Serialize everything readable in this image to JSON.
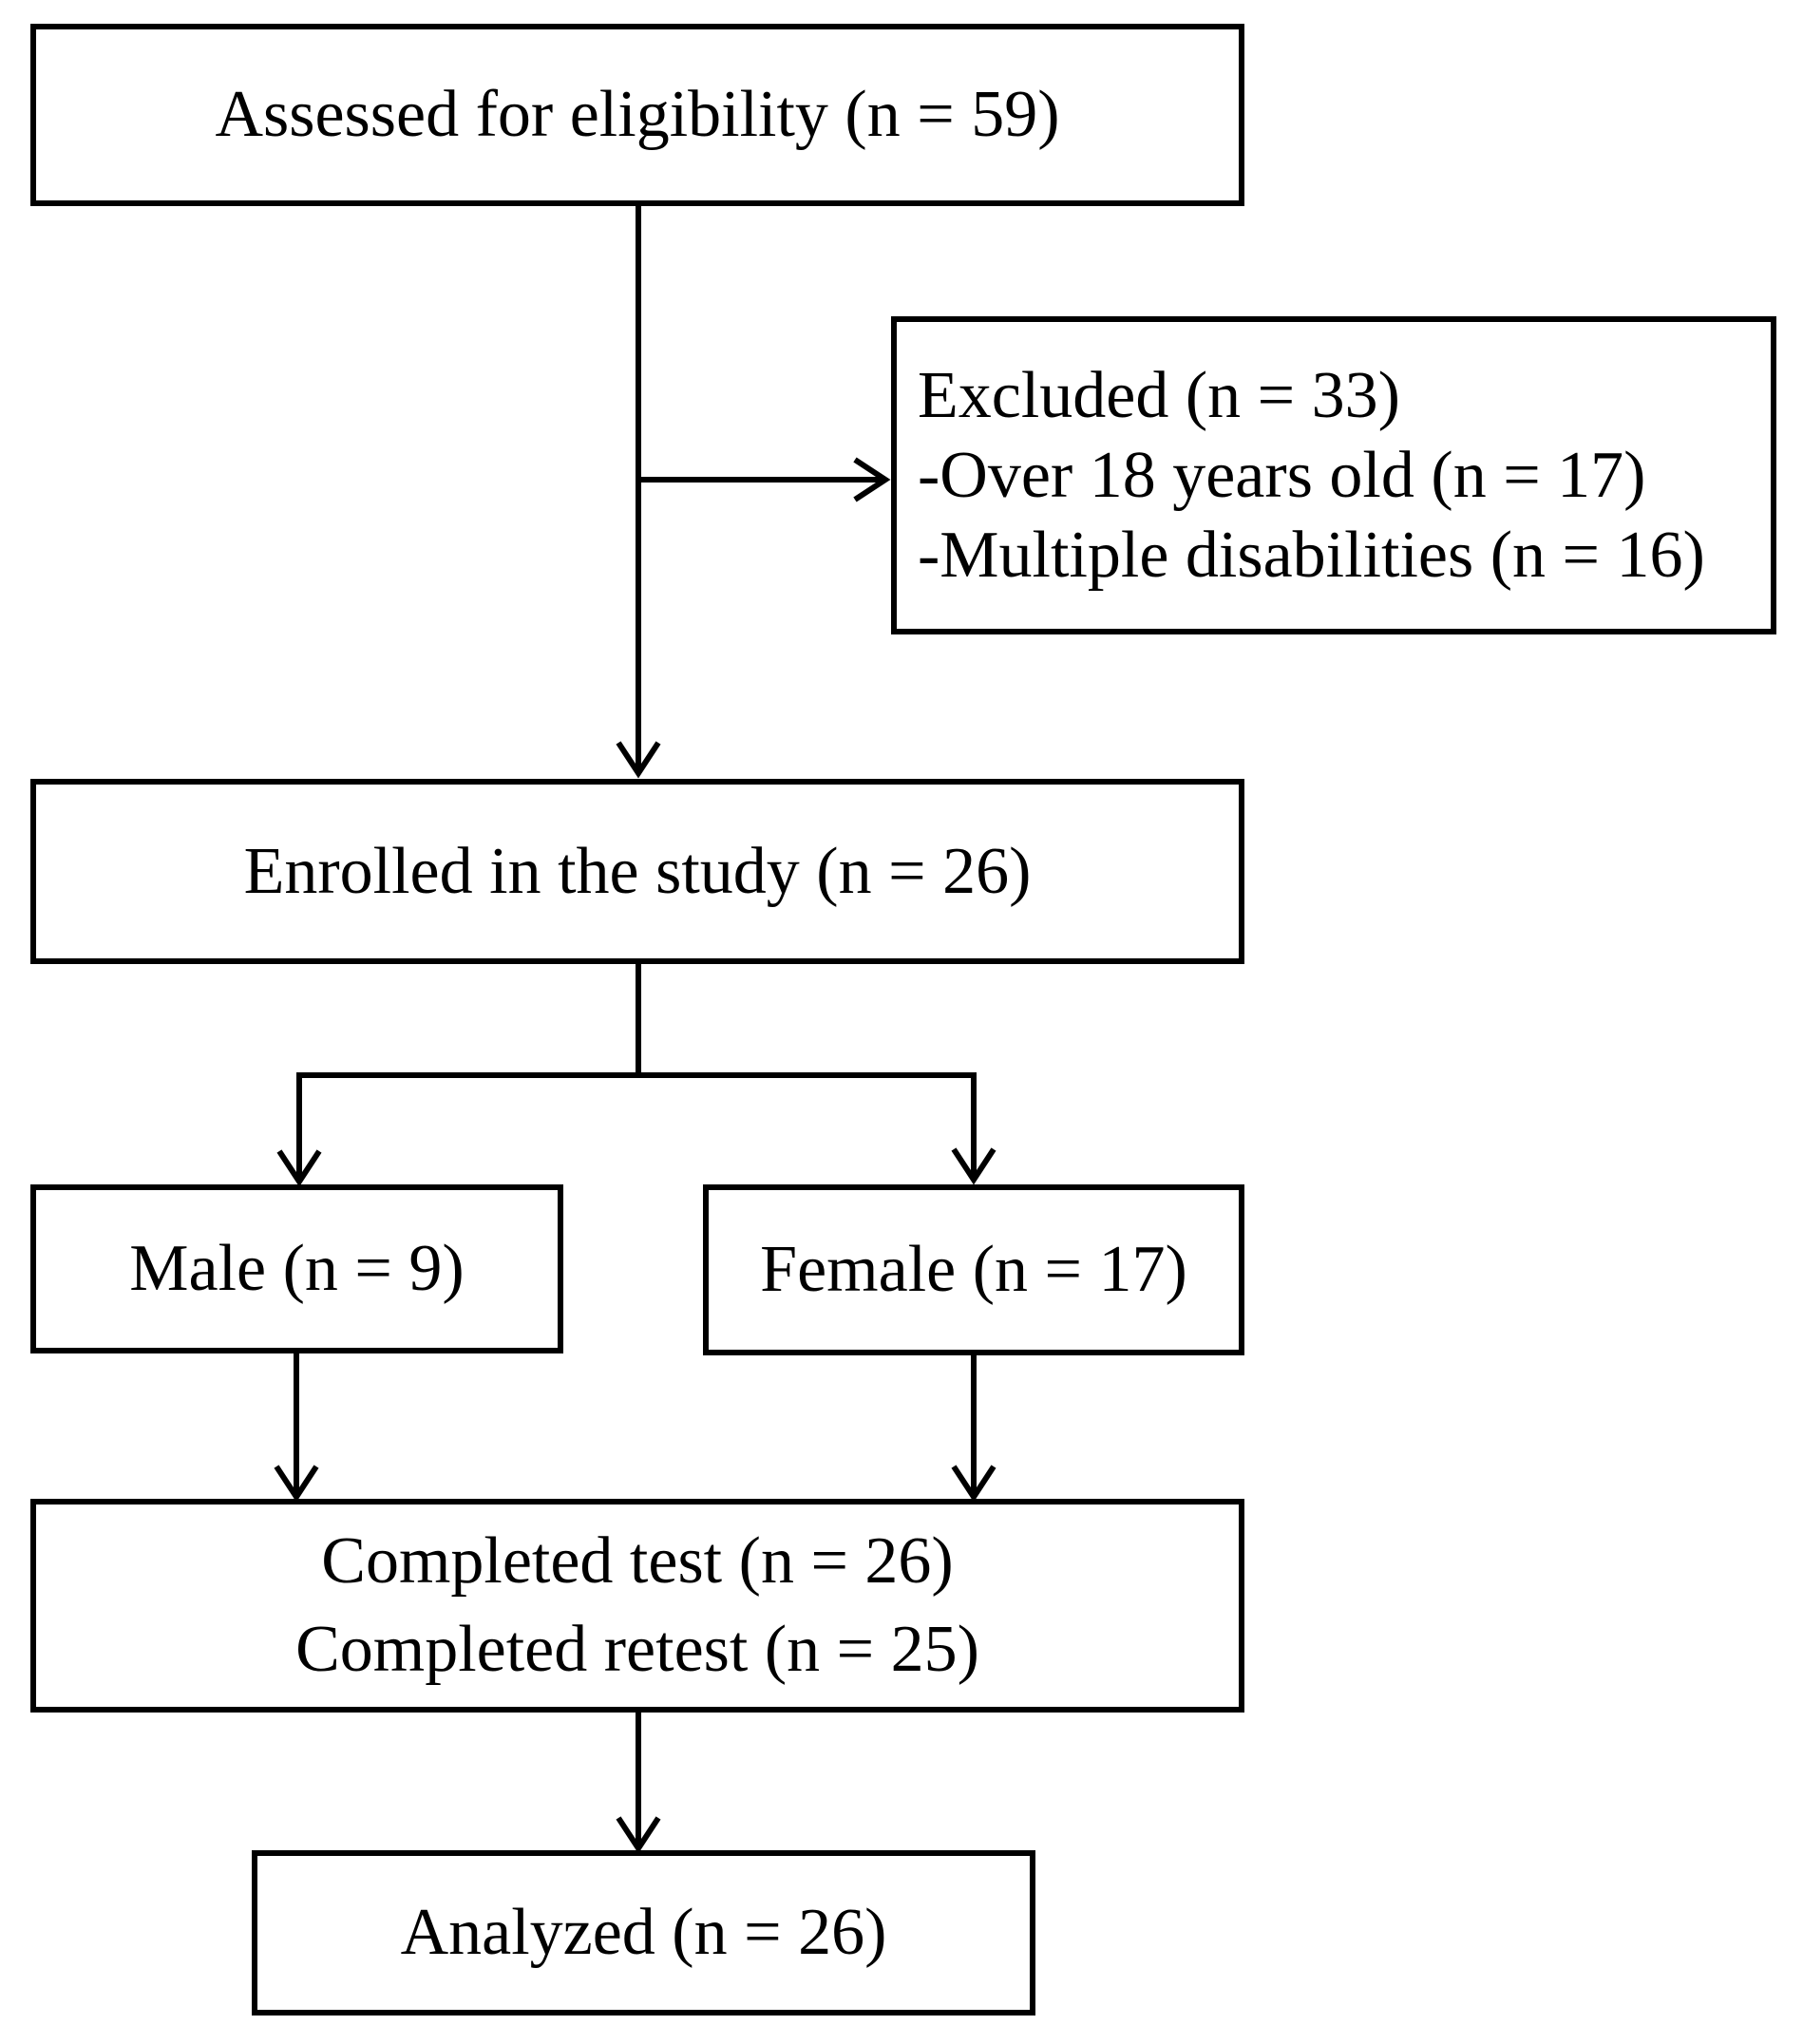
{
  "figure": {
    "type": "flow-diagram",
    "background_color": "#ffffff",
    "line_color": "#000000"
  },
  "boxes": {
    "assessed": {
      "label": "Assessed for eligibility (n = 59)"
    },
    "excluded": {
      "line1": "Excluded (n = 33)",
      "line2": "-Over 18 years old (n = 17)",
      "line3": "-Multiple disabilities (n = 16)"
    },
    "enrolled": {
      "label": "Enrolled in the study (n = 26)"
    },
    "male": {
      "label": "Male (n = 9)"
    },
    "female": {
      "label": "Female (n = 17)"
    },
    "completed": {
      "line1": "Completed test (n = 26)",
      "line2": "Completed retest (n = 25)"
    },
    "analyzed": {
      "label": "Analyzed (n = 26)"
    }
  }
}
